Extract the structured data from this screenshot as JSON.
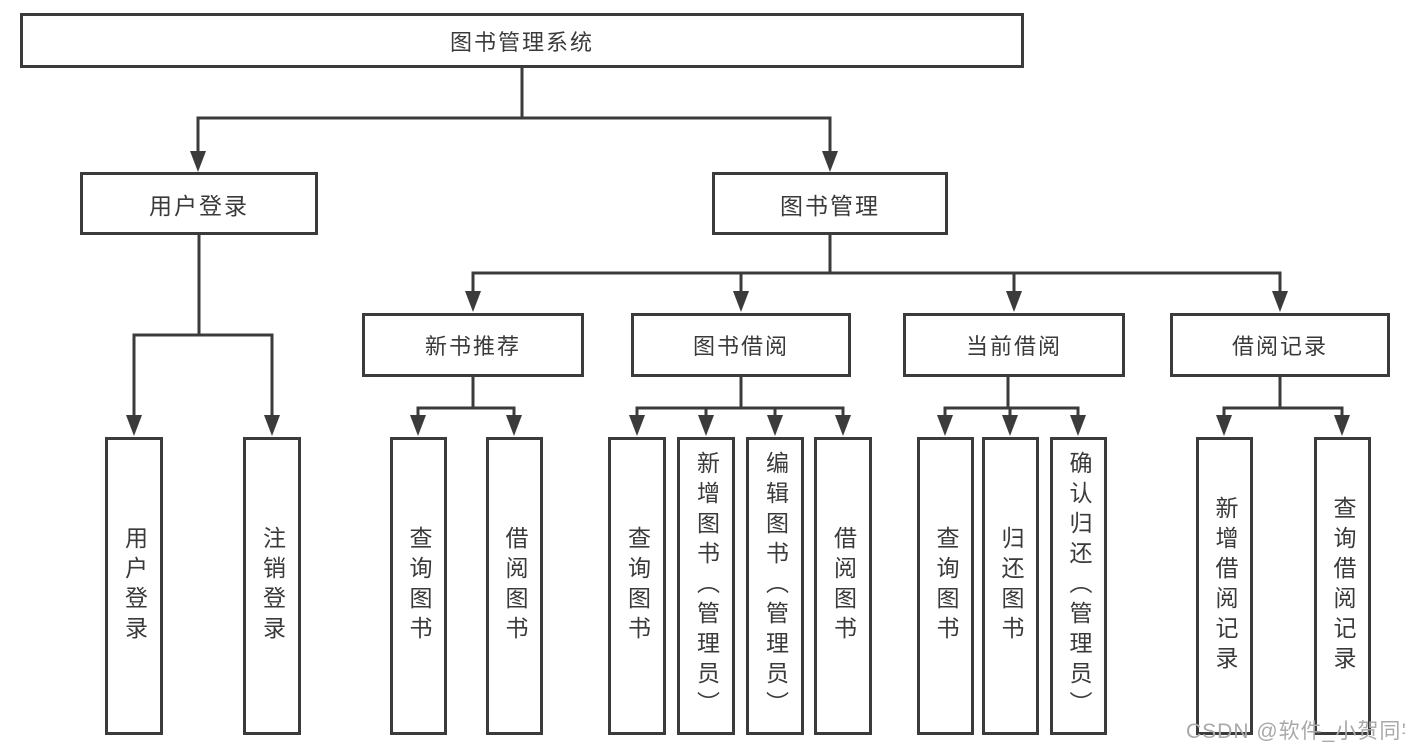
{
  "diagram": {
    "root": {
      "label": "图书管理系统"
    },
    "level2": [
      {
        "label": "用户登录"
      },
      {
        "label": "图书管理"
      }
    ],
    "level3": [
      {
        "label": "新书推荐"
      },
      {
        "label": "图书借阅"
      },
      {
        "label": "当前借阅"
      },
      {
        "label": "借阅记录"
      }
    ],
    "leaves": [
      {
        "label": "用户登录"
      },
      {
        "label": "注销登录"
      },
      {
        "label": "查询图书"
      },
      {
        "label": "借阅图书"
      },
      {
        "label": "查询图书"
      },
      {
        "label": "新增图书（管理员）"
      },
      {
        "label": "编辑图书（管理员）"
      },
      {
        "label": "借阅图书"
      },
      {
        "label": "查询图书"
      },
      {
        "label": "归还图书"
      },
      {
        "label": "确认归还（管理员）"
      },
      {
        "label": "新增借阅记录"
      },
      {
        "label": "查询借阅记录"
      }
    ],
    "watermark": "CSDN @软件_小贺同学",
    "colors": {
      "line": "#3b3b3b",
      "text": "#3a3a3a",
      "watermark": "#a9a9a9",
      "background": "#ffffff"
    }
  }
}
